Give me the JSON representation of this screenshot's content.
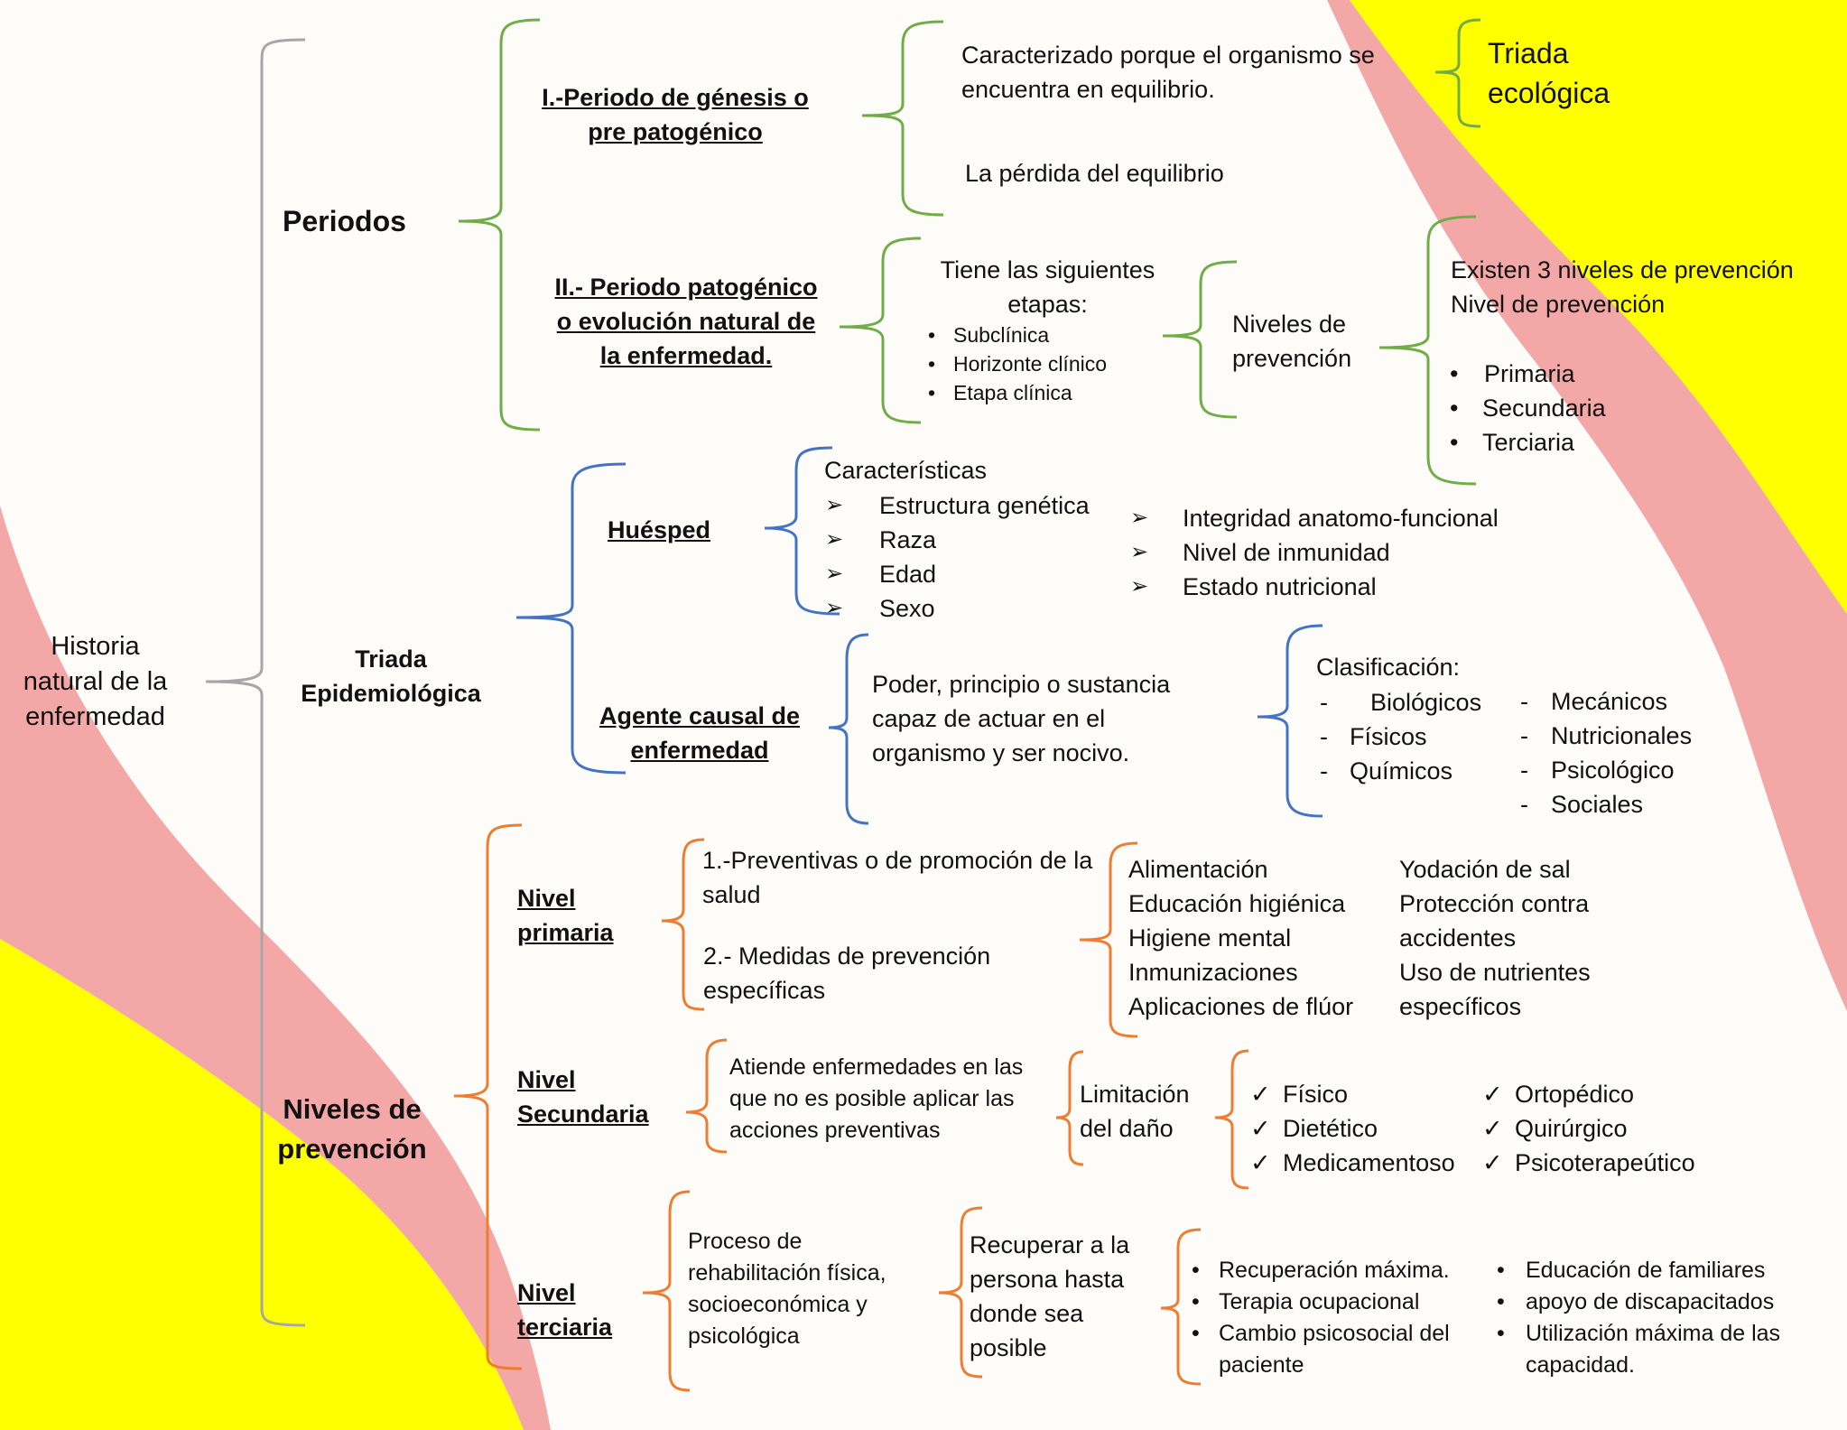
{
  "root": "Historia natural de la enfermedad",
  "periodos": {
    "title": "Periodos",
    "p1": {
      "title": "I.-Periodo de génesis o pre patogénico",
      "desc1": "Caracterizado porque el organismo se encuentra en equilibrio.",
      "triada": "Triada ecológica",
      "desc2": "La pérdida del equilibrio"
    },
    "p2": {
      "title": "II.- Periodo patogénico o evolución natural de la enfermedad.",
      "etapas_intro": "Tiene las siguientes etapas:",
      "etapas": [
        "Subclínica",
        "Horizonte clínico",
        "Etapa clínica"
      ],
      "niveles": "Niveles de prevención",
      "niveles_desc": [
        "Existen 3 niveles de prevención",
        "Nivel de prevención"
      ],
      "niveles_list": [
        "Primaria",
        "Secundaria",
        "Terciaria"
      ]
    }
  },
  "triada": {
    "title": "Triada Epidemiológica",
    "huesped": {
      "title": "Huésped",
      "car_title": "Características",
      "list1": [
        "Estructura genética",
        "Raza",
        "Edad",
        "Sexo"
      ],
      "list2": [
        "Integridad anatomo-funcional",
        "Nivel de inmunidad",
        "Estado nutricional"
      ]
    },
    "agente": {
      "title": "Agente causal de enfermedad",
      "desc": "Poder, principio o sustancia capaz de actuar en el organismo y ser nocivo.",
      "clas_title": "Clasificación:",
      "col1": [
        "Biológicos",
        "Físicos",
        "Químicos"
      ],
      "col2": [
        "Mecánicos",
        "Nutricionales",
        "Psicológico",
        "Sociales"
      ]
    }
  },
  "niveles": {
    "title": "Niveles de prevención",
    "primaria": {
      "title": "Nivel primaria",
      "a": "1.-Preventivas o de promoción de la salud",
      "b": "2.- Medidas de prevención específicas",
      "col1": [
        "Alimentación",
        "Educación higiénica",
        "Higiene mental",
        "Inmunizaciones",
        "Aplicaciones de flúor"
      ],
      "col2": [
        "Yodación de sal",
        "Protección contra accidentes",
        "Uso de nutrientes específicos"
      ]
    },
    "secundaria": {
      "title": "Nivel Secundaria",
      "desc": "Atiende enfermedades en las que no es posible aplicar las acciones preventivas",
      "limit": "Limitación del daño",
      "col1": [
        "Físico",
        "Dietético",
        "Medicamentoso"
      ],
      "col2": [
        "Ortopédico",
        "Quirúrgico",
        "Psicoterapeútico"
      ]
    },
    "terciaria": {
      "title": "Nivel terciaria",
      "desc": "Proceso de rehabilitación física, socioeconómica y psicológica",
      "goal": "Recuperar a la persona hasta donde sea posible",
      "col1": [
        "Recuperación máxima.",
        "Terapia ocupacional",
        "Cambio psicosocial del paciente"
      ],
      "col2": [
        "Educación de familiares",
        "apoyo de discapacitados",
        "Utilización máxima de las capacidad."
      ]
    }
  },
  "colors": {
    "green": "#71ad47",
    "blue": "#4472c4",
    "orange": "#ed7d31",
    "gray": "#a6a6a6",
    "pink": "#f4a7a7",
    "yellow": "#ffff00"
  }
}
